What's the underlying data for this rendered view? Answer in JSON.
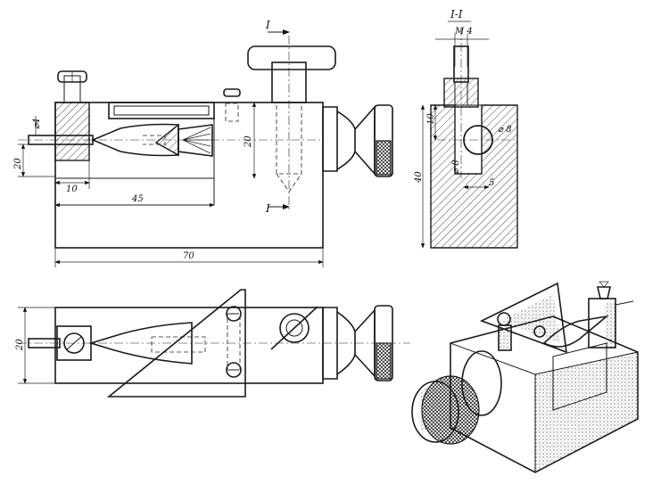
{
  "section_marks": {
    "top": "I",
    "bottom": "I",
    "title": "I-I"
  },
  "dimensions": {
    "front": {
      "d4": "⌀4",
      "h20_left": "20",
      "h20_mid": "20",
      "w10": "10",
      "w45": "45",
      "w70": "70"
    },
    "section": {
      "m4": "M 4",
      "d8_top": "⌀ 8",
      "d8_low": "⌀ 8",
      "v10": "10",
      "v40": "40",
      "h5": "5"
    },
    "plan": {
      "h20": "20"
    }
  }
}
